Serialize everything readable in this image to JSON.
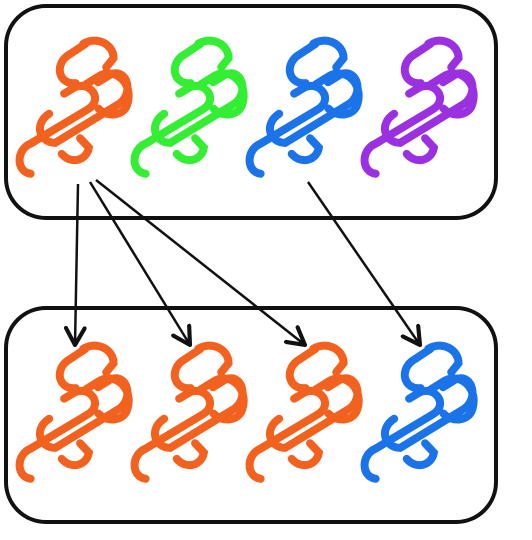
{
  "colors": {
    "orange": "#f2611d",
    "green": "#33ee33",
    "blue": "#1a73e8",
    "purple": "#9b30e0",
    "frame": "#111111",
    "arrow": "#111111"
  },
  "groups": [
    {
      "id": "top-group",
      "strands": [
        "orange",
        "green",
        "blue",
        "purple"
      ]
    },
    {
      "id": "bottom-group",
      "strands": [
        "orange",
        "orange",
        "orange",
        "blue"
      ]
    }
  ],
  "arrows": [
    {
      "from_group": 0,
      "from_strand": 0,
      "to_strand": 0
    },
    {
      "from_group": 0,
      "from_strand": 0,
      "to_strand": 1
    },
    {
      "from_group": 0,
      "from_strand": 0,
      "to_strand": 2
    },
    {
      "from_group": 0,
      "from_strand": 2,
      "to_strand": 3
    }
  ]
}
